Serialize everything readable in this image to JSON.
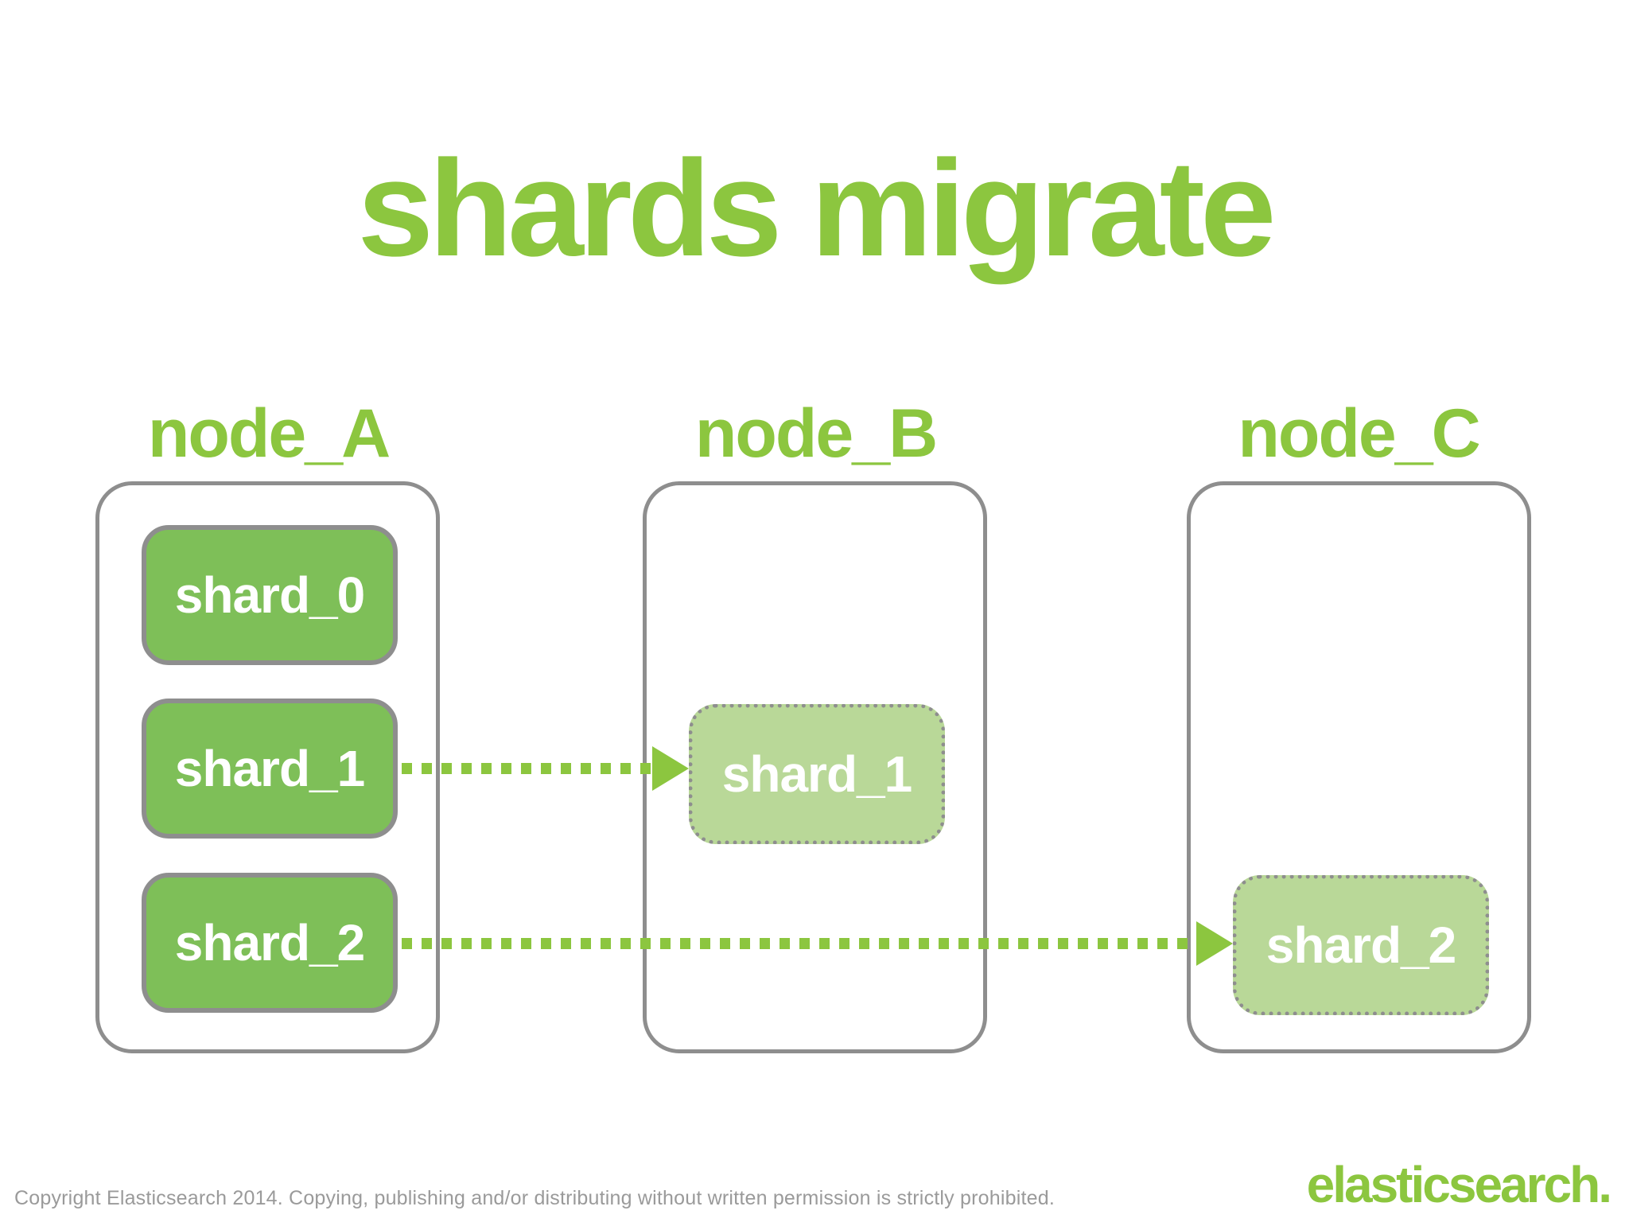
{
  "title": "shards migrate",
  "colors": {
    "accent_green": "#8CC63F",
    "shard_fill_green": "#7EBF58",
    "ghost_shard_fill_green": "#B9D898",
    "node_border_gray": "#8E8E8E",
    "footer_text_gray": "#9A9A9A",
    "shard_text_white": "#FFFFFF"
  },
  "nodes": [
    {
      "label": "node_A",
      "shards": [
        {
          "label": "shard_0",
          "state": "solid"
        },
        {
          "label": "shard_1",
          "state": "solid"
        },
        {
          "label": "shard_2",
          "state": "solid"
        }
      ]
    },
    {
      "label": "node_B",
      "ghost_shards": [
        {
          "label": "shard_1",
          "state": "migrating-in"
        }
      ]
    },
    {
      "label": "node_C",
      "ghost_shards": [
        {
          "label": "shard_2",
          "state": "migrating-in"
        }
      ]
    }
  ],
  "migrations": [
    {
      "shard": "shard_1",
      "from": "node_A",
      "to": "node_B"
    },
    {
      "shard": "shard_2",
      "from": "node_A",
      "to": "node_C"
    }
  ],
  "footer": {
    "copyright": "Copyright Elasticsearch 2014. Copying, publishing and/or distributing without written permission is strictly prohibited.",
    "logo": "elasticsearch."
  }
}
